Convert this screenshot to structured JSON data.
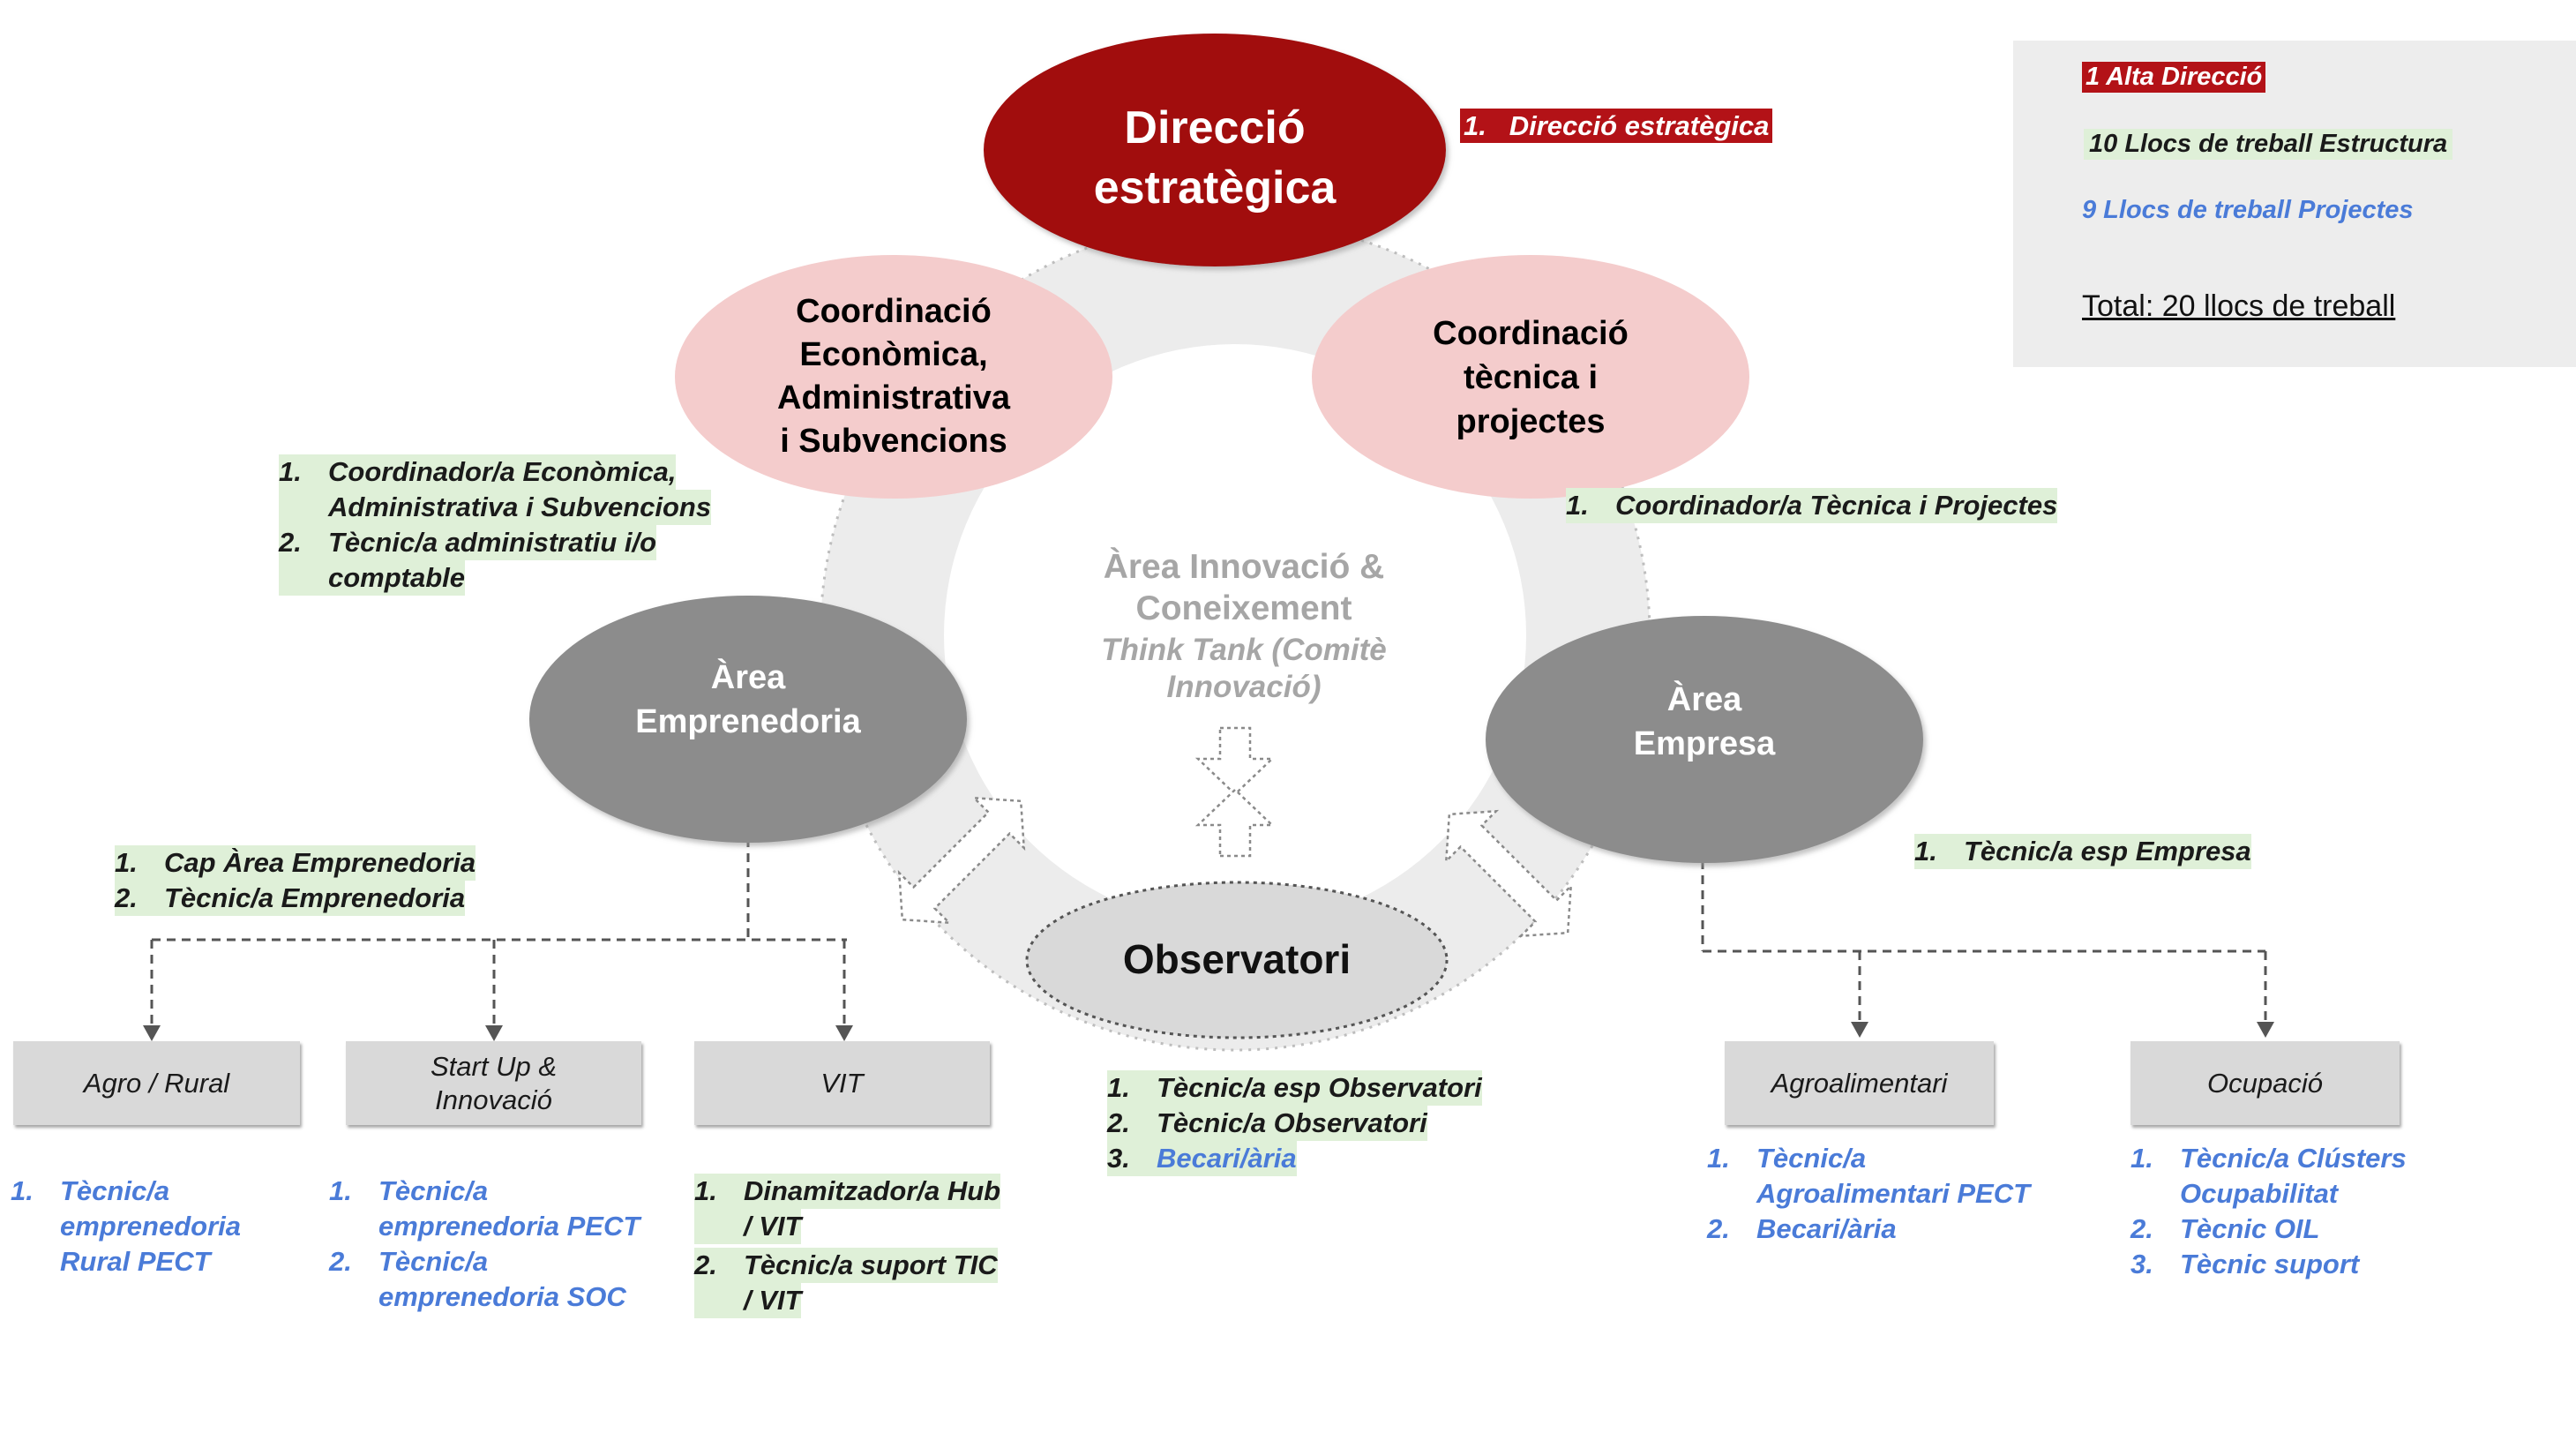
{
  "nodes": {
    "direccio": {
      "line1": "Direcció",
      "line2": "estratègica"
    },
    "coord_eco": {
      "line1": "Coordinació",
      "line2": "Econòmica,",
      "line3": "Administrativa",
      "line4": "i Subvencions"
    },
    "coord_tec": {
      "line1": "Coordinació",
      "line2": "tècnica i",
      "line3": "projectes"
    },
    "area_empren": {
      "line1": "Àrea",
      "line2": "Emprenedoria"
    },
    "area_empresa": {
      "line1": "Àrea",
      "line2": "Empresa"
    },
    "observatori": {
      "label": "Observatori"
    },
    "innovacio": {
      "line1": "Àrea Innovació &",
      "line2": "Coneixement",
      "line3": "Think Tank (Comitè",
      "line4": "Innovació)"
    }
  },
  "labels": {
    "direccio": {
      "num": "1.",
      "text": "Direcció estratègica"
    },
    "coord_eco": [
      {
        "num": "1.",
        "line1": "Coordinador/a Econòmica,",
        "line2": "Administrativa i Subvencions"
      },
      {
        "num": "2.",
        "line1": "Tècnic/a administratiu i/o",
        "line2": "comptable"
      }
    ],
    "coord_tec": {
      "num": "1.",
      "text": "Coordinador/a Tècnica i Projectes"
    },
    "empren": [
      {
        "num": "1.",
        "text": "Cap Àrea Emprenedoria"
      },
      {
        "num": "2.",
        "text": "Tècnic/a  Emprenedoria"
      }
    ],
    "empresa": {
      "num": "1.",
      "text": "Tècnic/a esp Empresa"
    },
    "observatori": [
      {
        "num": "1.",
        "text": "Tècnic/a esp Observatori"
      },
      {
        "num": "2.",
        "text": "Tècnic/a Observatori"
      },
      {
        "num": "3.",
        "text": "Becari/ària"
      }
    ]
  },
  "boxes": {
    "agro": "Agro / Rural",
    "startup_1": "Start Up &",
    "startup_2": "Innovació",
    "vit": "VIT",
    "agroalimentari": "Agroalimentari",
    "ocupacio": "Ocupació"
  },
  "box_items": {
    "agro": [
      {
        "num": "1.",
        "line1": "Tècnic/a",
        "line2": "emprenedoria",
        "line3": "Rural PECT"
      }
    ],
    "startup": [
      {
        "num": "1.",
        "line1": "Tècnic/a",
        "line2": "emprenedoria PECT"
      },
      {
        "num": "2.",
        "line1": "Tècnic/a",
        "line2": "emprenedoria SOC"
      }
    ],
    "vit": [
      {
        "num": "1.",
        "line1": "Dinamitzador/a Hub",
        "line2": "/ VIT"
      },
      {
        "num": "2.",
        "line1": "Tècnic/a suport TIC",
        "line2": "/ VIT"
      }
    ],
    "agroalimentari": [
      {
        "num": "1.",
        "line1": "Tècnic/a",
        "line2": "Agroalimentari PECT"
      },
      {
        "num": "2.",
        "line1": "Becari/ària"
      }
    ],
    "ocupacio": [
      {
        "num": "1.",
        "line1": "Tècnic/a  Clústers",
        "line2": "Ocupabilitat"
      },
      {
        "num": "2.",
        "line1": "Tècnic OIL"
      },
      {
        "num": "3.",
        "line1": "Tècnic suport"
      }
    ]
  },
  "legend": {
    "alta": "1 Alta Direcció",
    "estructura": "10 Llocs de treball Estructura",
    "projectes": "9 Llocs de treball Projectes",
    "total": "Total: 20 llocs de treball"
  },
  "colors": {
    "dark_red": "#a10d10",
    "pink": "#f4cccc",
    "grey_node": "#8c8c8c",
    "ring": "#ececec",
    "green_hl": "#dff0d8",
    "blue_text": "#4a7bd8"
  }
}
